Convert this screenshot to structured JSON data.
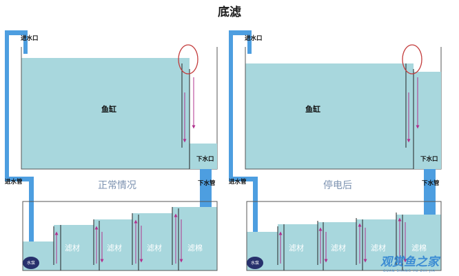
{
  "title": "底滤",
  "colors": {
    "water": "#a8d7dd",
    "pipe": "#4d9ee0",
    "outline": "#555555",
    "partition": "#222222",
    "arrow": "#b0308c",
    "highlight_circle": "#c33a3a",
    "caption": "#7c92b0",
    "pump": "#27306c",
    "watermark": "#2a7fd2"
  },
  "panels": [
    {
      "state_caption": "正常情况",
      "tank_label": "鱼缸",
      "inlet_label": "进水口",
      "inlet_pipe_label": "进水管",
      "outlet_label": "下水口",
      "outlet_pipe_label": "下水管",
      "pump_label": "水泵",
      "media_labels": [
        "滤材",
        "滤材",
        "滤材",
        "滤棉"
      ]
    },
    {
      "state_caption": "停电后",
      "tank_label": "鱼缸",
      "inlet_label": "进水口",
      "inlet_pipe_label": "进水管",
      "outlet_label": "下水口",
      "outlet_pipe_label": "下水管",
      "pump_label": "水泵",
      "media_labels": [
        "滤材",
        "滤材",
        "滤材",
        "滤棉"
      ]
    }
  ],
  "watermark": {
    "text": "观赏鱼之家",
    "subtext": "GUAN SHANG YU ZHI JIA"
  }
}
